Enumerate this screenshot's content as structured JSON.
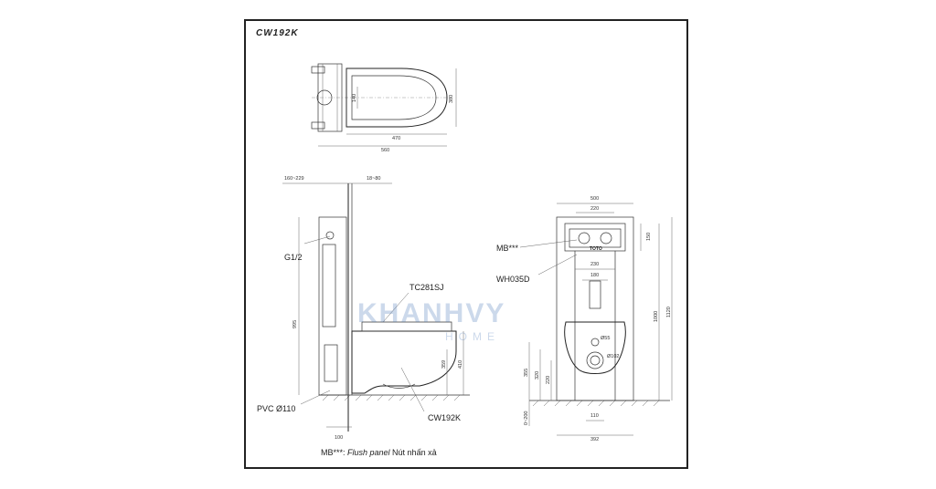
{
  "title": "CW192K",
  "watermark": {
    "line1": "KHANHVY",
    "line2": "HOME"
  },
  "top_view": {
    "dims": [
      "140",
      "380",
      "470",
      "560"
    ]
  },
  "side_view": {
    "dims": [
      "160~229",
      "18~80",
      "995",
      "359",
      "410",
      "100"
    ],
    "labels": {
      "g12": "G1/2",
      "tc281sj": "TC281SJ",
      "pvc": "PVC Ø110",
      "cw192k": "CW192K"
    }
  },
  "front_view": {
    "dims": [
      "500",
      "220",
      "150",
      "230",
      "180",
      "Ø55",
      "Ø102",
      "1000",
      "1120",
      "355",
      "320",
      "220",
      "0~200",
      "110",
      "392"
    ],
    "labels": {
      "mb": "MB***",
      "wh035d": "WH035D"
    }
  },
  "footnote": {
    "prefix": "MB***: ",
    "italic": "Flush panel",
    "suffix": " Nút nhấn xả"
  }
}
